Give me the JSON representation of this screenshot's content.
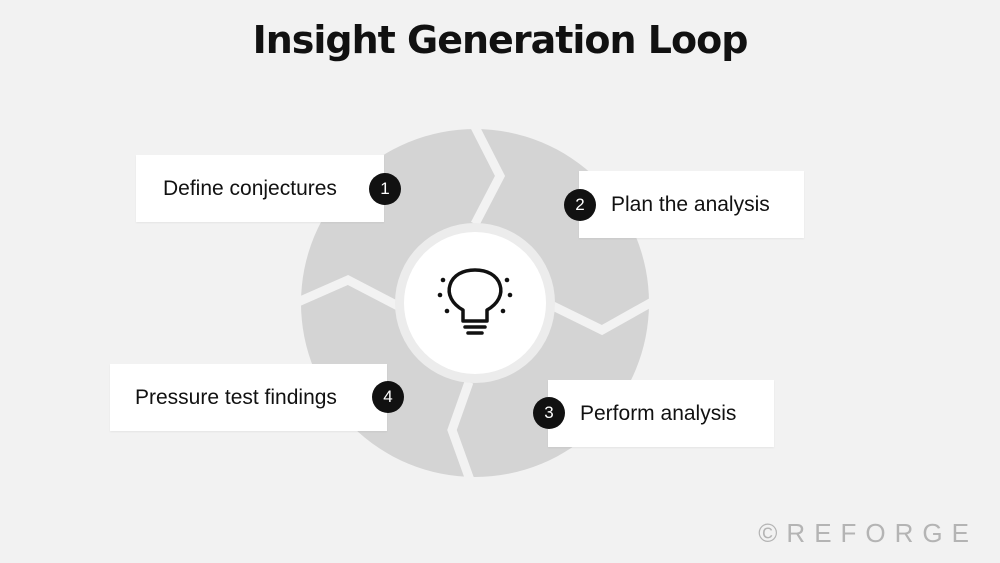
{
  "title": "Insight Generation Loop",
  "center_icon": "lightbulb-icon",
  "steps": [
    {
      "number": "1",
      "label": "Define conjectures"
    },
    {
      "number": "2",
      "label": "Plan the analysis"
    },
    {
      "number": "3",
      "label": "Perform analysis"
    },
    {
      "number": "4",
      "label": "Pressure test findings"
    }
  ],
  "brand": "©REFORGE",
  "colors": {
    "background": "#f2f2f2",
    "ring": "#d4d4d4",
    "card": "#ffffff",
    "badge": "#111111",
    "text": "#111111",
    "brand": "#b4b4b4"
  }
}
